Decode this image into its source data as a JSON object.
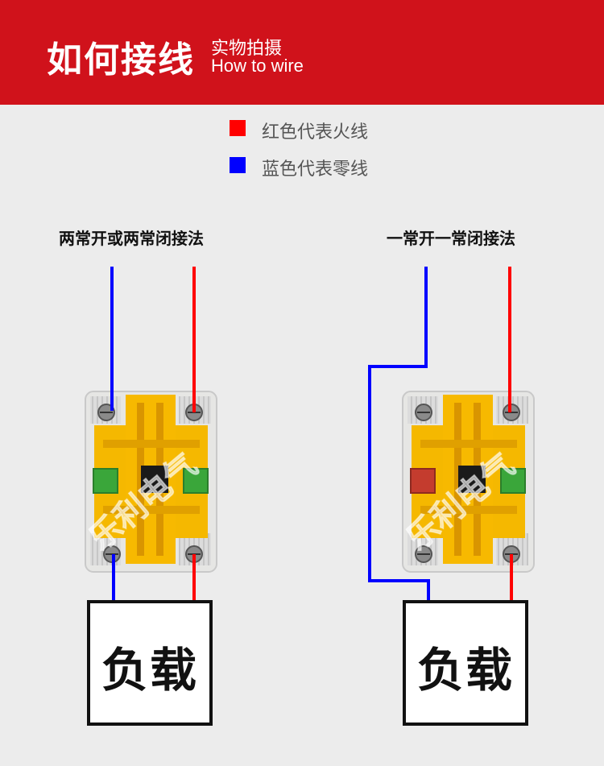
{
  "header": {
    "title": "如何接线",
    "subtitle_cn": "实物拍摄",
    "subtitle_en": "How to wire"
  },
  "legend": {
    "items": [
      {
        "label": "红色代表火线",
        "color": "#ff0000"
      },
      {
        "label": "蓝色代表零线",
        "color": "#0000ff"
      }
    ]
  },
  "wiring": {
    "left": {
      "title": "两常开或两常闭接法",
      "load_label": "负载"
    },
    "right": {
      "title": "一常开一常闭接法",
      "load_label": "负载"
    }
  },
  "watermark": "乐利电气",
  "colors": {
    "header": "#d0121b",
    "live_wire": "#ff0000",
    "neutral_wire": "#0000ff",
    "contact_body": "#f5b800",
    "green_button": "#3aa63a",
    "red_button": "#c43c2e"
  }
}
